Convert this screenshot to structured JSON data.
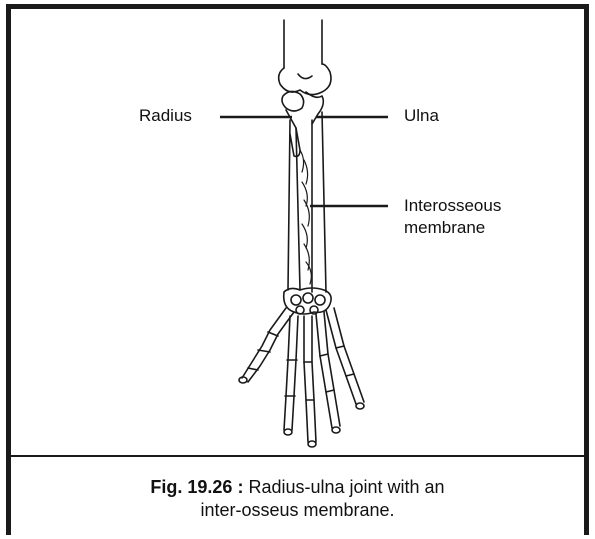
{
  "labels": {
    "radius": "Radius",
    "ulna": "Ulna",
    "interosseous_line1": "Interosseous",
    "interosseous_line2": "membrane"
  },
  "caption": {
    "figure_number": "Fig. 19.26 :",
    "line1_text": " Radius-ulna joint with an",
    "line2_text": "inter-osseus  membrane."
  },
  "colors": {
    "ink": "#1a1a1a",
    "background": "#ffffff"
  }
}
